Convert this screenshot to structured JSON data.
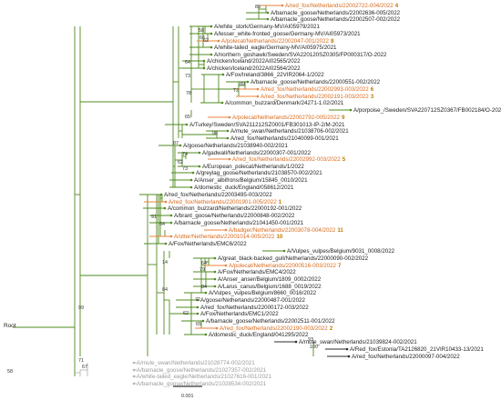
{
  "colors": {
    "branch": "#4f8a1f",
    "faded": "#b5b5b5",
    "dark": "#2b2b2b",
    "highlight": "#e8833a",
    "highlight_text": "#d86a1c",
    "highlight_num": "#c07a00"
  },
  "root_label": "Root",
  "scale_label": "0.001",
  "tips": [
    {
      "label": "A/red_fox/Netherlands/22002722-004/2022",
      "num": "4",
      "hl": true
    },
    {
      "label": "A/barnacle_goose/Netherlands/22002636-005/2022"
    },
    {
      "label": "A/barnacle_goose/Netherlands/22002507-002/2022"
    },
    {
      "label": "A/white_stork/Germany-MV/AI05979/2021"
    },
    {
      "label": "A/lesser_white-fronted_goose/Germany-MV/AI05973/2021"
    },
    {
      "label": "A/polecat/Netherlands/22002047-001/2022",
      "num": "8",
      "hl": true
    },
    {
      "label": "A/white-tailed_eagle/Germany-MV/AI05975/2021"
    },
    {
      "label": "A/northern_goshawk/Sweden/SVA220120SZ0305/FP000317/O-2022"
    },
    {
      "label": "A/chicken/Iceland/2022AI02565/2022"
    },
    {
      "label": "A/chicken/Iceland/2022AI02564/2022"
    },
    {
      "label": "A/Fox/Ireland/3866_22VIR2064-1/2022"
    },
    {
      "label": "A/barnacle_goose/Netherlands/22000551-002/2022"
    },
    {
      "label": "A/red_fox/Netherlands/22002993-003/2022",
      "num": "6",
      "hl": true
    },
    {
      "label": "A/red_fox/Netherlands/22002191-003/2022",
      "num": "3",
      "hl": true
    },
    {
      "label": "A/common_buzzard/Denmark/24271-1.02/2021"
    },
    {
      "label": "A/porpoise_/Sweden/SVA220712SZ0367/FB002184/O-2022"
    },
    {
      "label": "A/polecat/Netherlands/22002792-005/2022",
      "num": "9",
      "hl": true
    },
    {
      "label": "A/Turkey/Sweden/SVA211212SZ0001/FB301013-IP-2/M-2021"
    },
    {
      "label": "A/mute_swan/Netherlands/21038706-002/2021"
    },
    {
      "label": "A/red_fox/Netherlands/21040099-001/2021"
    },
    {
      "label": "A/goose/Netherlands/21038940-002/2021"
    },
    {
      "label": "A/gadwall/Netherlands/22000307-001/2022"
    },
    {
      "label": "A/red_fox/Netherlands/22002992-003/2022",
      "num": "5",
      "hl": true
    },
    {
      "label": "A/European_polecat/Netherlands/1/2022"
    },
    {
      "label": "A/greylag_goose/Netherlands/21038570-002/2021"
    },
    {
      "label": "A/Anser_albifrons/Belgium/15845_0010/2021"
    },
    {
      "label": "A/domestic_duck/England/058612/2021"
    },
    {
      "label": "A/red_fox/Netherlands/22003495-003/2022"
    },
    {
      "label": "A/red_fox/Netherlands/22001901-005/2022",
      "num": "1",
      "hl": true
    },
    {
      "label": "A/common_buzzard/Netherlands/22000192-001/2022"
    },
    {
      "label": "A/brant_goose/Netherlands/22000848-002/2022"
    },
    {
      "label": "A/barnacle_goose/Netherlands/21041450-001/2021"
    },
    {
      "label": "A/badger/Netherlands/22003078-004/2022",
      "num": "11",
      "hl": true
    },
    {
      "label": "A/otter/Netherlands/22001014-005/2022",
      "num": "10",
      "hl": true
    },
    {
      "label": "A/Fox/Netherlands/EMC6/2022"
    },
    {
      "label": "A/Vulpes_vulpes/Belgium/9031_0008/2022"
    },
    {
      "label": "A/great_black-backed_gull/Netherlands/22000090-002/2022"
    },
    {
      "label": "A/polecat/Netherlands/22000516-003/2022",
      "num": "7",
      "hl": true
    },
    {
      "label": "A/Fox/Netherlands/EMC4/2022"
    },
    {
      "label": "A/Anser_anser/Belgium/1809_0002/2022"
    },
    {
      "label": "A/Larus_canus/Belgium/1688_0019/2022"
    },
    {
      "label": "A/Vulpes_vulpes/Belgium/8660_0016/2022"
    },
    {
      "label": "A/goose/Netherlands/22000487-001/2022"
    },
    {
      "label": "A/red_fox/Netherlands/22000172-003/2022"
    },
    {
      "label": "A/Fox/Netherlands/EMC1/2022"
    },
    {
      "label": "A/barnacle_goose/Netherlands/22002511-001/2022"
    },
    {
      "label": "A/red_fox/Netherlands/22002190-003/2022",
      "num": "2",
      "hl": true
    },
    {
      "label": "A/domestic_duck/England/041295/2022"
    },
    {
      "label": "A/mute_swan/Netherlands/21039824-002/2021"
    },
    {
      "label": "A/Red_fox/Estonia/TA2126820_21VIR10433-13/2021"
    },
    {
      "label": "A/red_fox/Netherlands/22000097-004/2022"
    },
    {
      "label": "A/mute_swan/Netherlands/21028774-002/2021",
      "faded": true
    },
    {
      "label": "A/barnacle_goose/Netherlands/21027357-002/2021",
      "faded": true
    },
    {
      "label": "A/white-tailed_eagle/Netherlands/21027616-001/2021",
      "faded": true
    },
    {
      "label": "A/barnacle_goose/Netherlands/21028534-002/2021",
      "faded": true
    }
  ],
  "supports": [
    {
      "id": "n89",
      "value": "89"
    },
    {
      "id": "n58",
      "value": "58"
    },
    {
      "id": "n66",
      "value": "66"
    },
    {
      "id": "n62",
      "value": "62"
    },
    {
      "id": "n64",
      "value": "64"
    },
    {
      "id": "n73",
      "value": "73"
    },
    {
      "id": "n78",
      "value": "78"
    },
    {
      "id": "n89b",
      "value": "89"
    },
    {
      "id": "n72",
      "value": "72"
    },
    {
      "id": "n65",
      "value": "65"
    },
    {
      "id": "n96",
      "value": "96"
    },
    {
      "id": "n87",
      "value": "87"
    },
    {
      "id": "n74",
      "value": "74"
    },
    {
      "id": "n62b",
      "value": "62"
    },
    {
      "id": "n73b",
      "value": "73"
    },
    {
      "id": "n91",
      "value": "91"
    },
    {
      "id": "n64b",
      "value": "64"
    },
    {
      "id": "n14",
      "value": "14"
    },
    {
      "id": "n99",
      "value": "99"
    },
    {
      "id": "n84",
      "value": "84"
    },
    {
      "id": "n64c",
      "value": "64"
    },
    {
      "id": "n79",
      "value": "79"
    },
    {
      "id": "n84b",
      "value": "84"
    },
    {
      "id": "n72b",
      "value": "72"
    },
    {
      "id": "n62c",
      "value": "62"
    },
    {
      "id": "n65b",
      "value": "65"
    },
    {
      "id": "n93",
      "value": "93"
    },
    {
      "id": "n100",
      "value": "100"
    },
    {
      "id": "n58b",
      "value": "58"
    },
    {
      "id": "n71",
      "value": "71"
    },
    {
      "id": "n67",
      "value": "67"
    }
  ]
}
